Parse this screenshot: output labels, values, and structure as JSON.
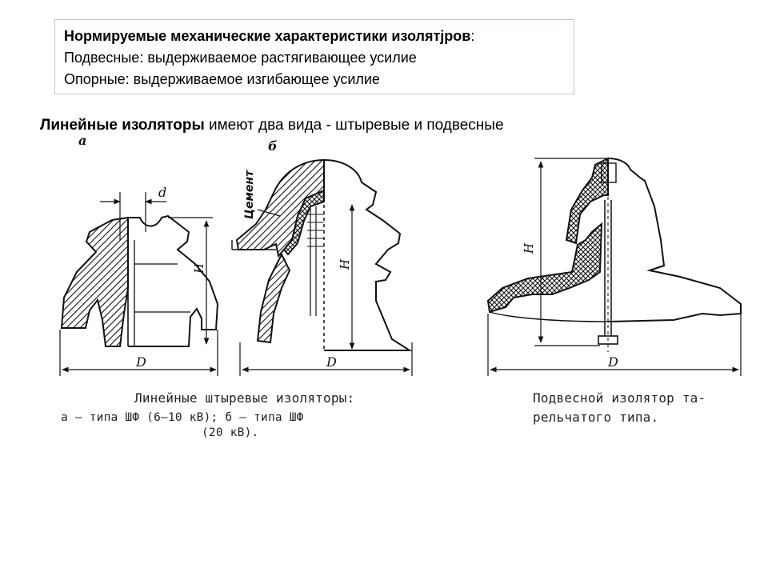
{
  "info_box": {
    "title_bold": "Нормируемые  механические характеристики изолятjров",
    "title_tail": ":",
    "line2": "Подвесные:  выдерживаемое растягивающее усилие",
    "line3": "Опорные:  выдерживаемое изгибающее усилие"
  },
  "subtitle": {
    "bold": "Линейные изоляторы",
    "rest": " имеют два вида  - штыревые и подвесные"
  },
  "figure_labels": {
    "a": "а",
    "b": "б",
    "d_small": "d",
    "h": "H",
    "diam": "D",
    "cement": "Цемент"
  },
  "captions": {
    "pin_title": "Линейные штыревые изоляторы:",
    "pin_line2": "а — типа    ШФ   (6—10  кВ);  б — типа   ШФ",
    "pin_line3": "(20 кВ).",
    "susp_line1": "Подвесной изолятор та-",
    "susp_line2": "рельчатого типа."
  }
}
